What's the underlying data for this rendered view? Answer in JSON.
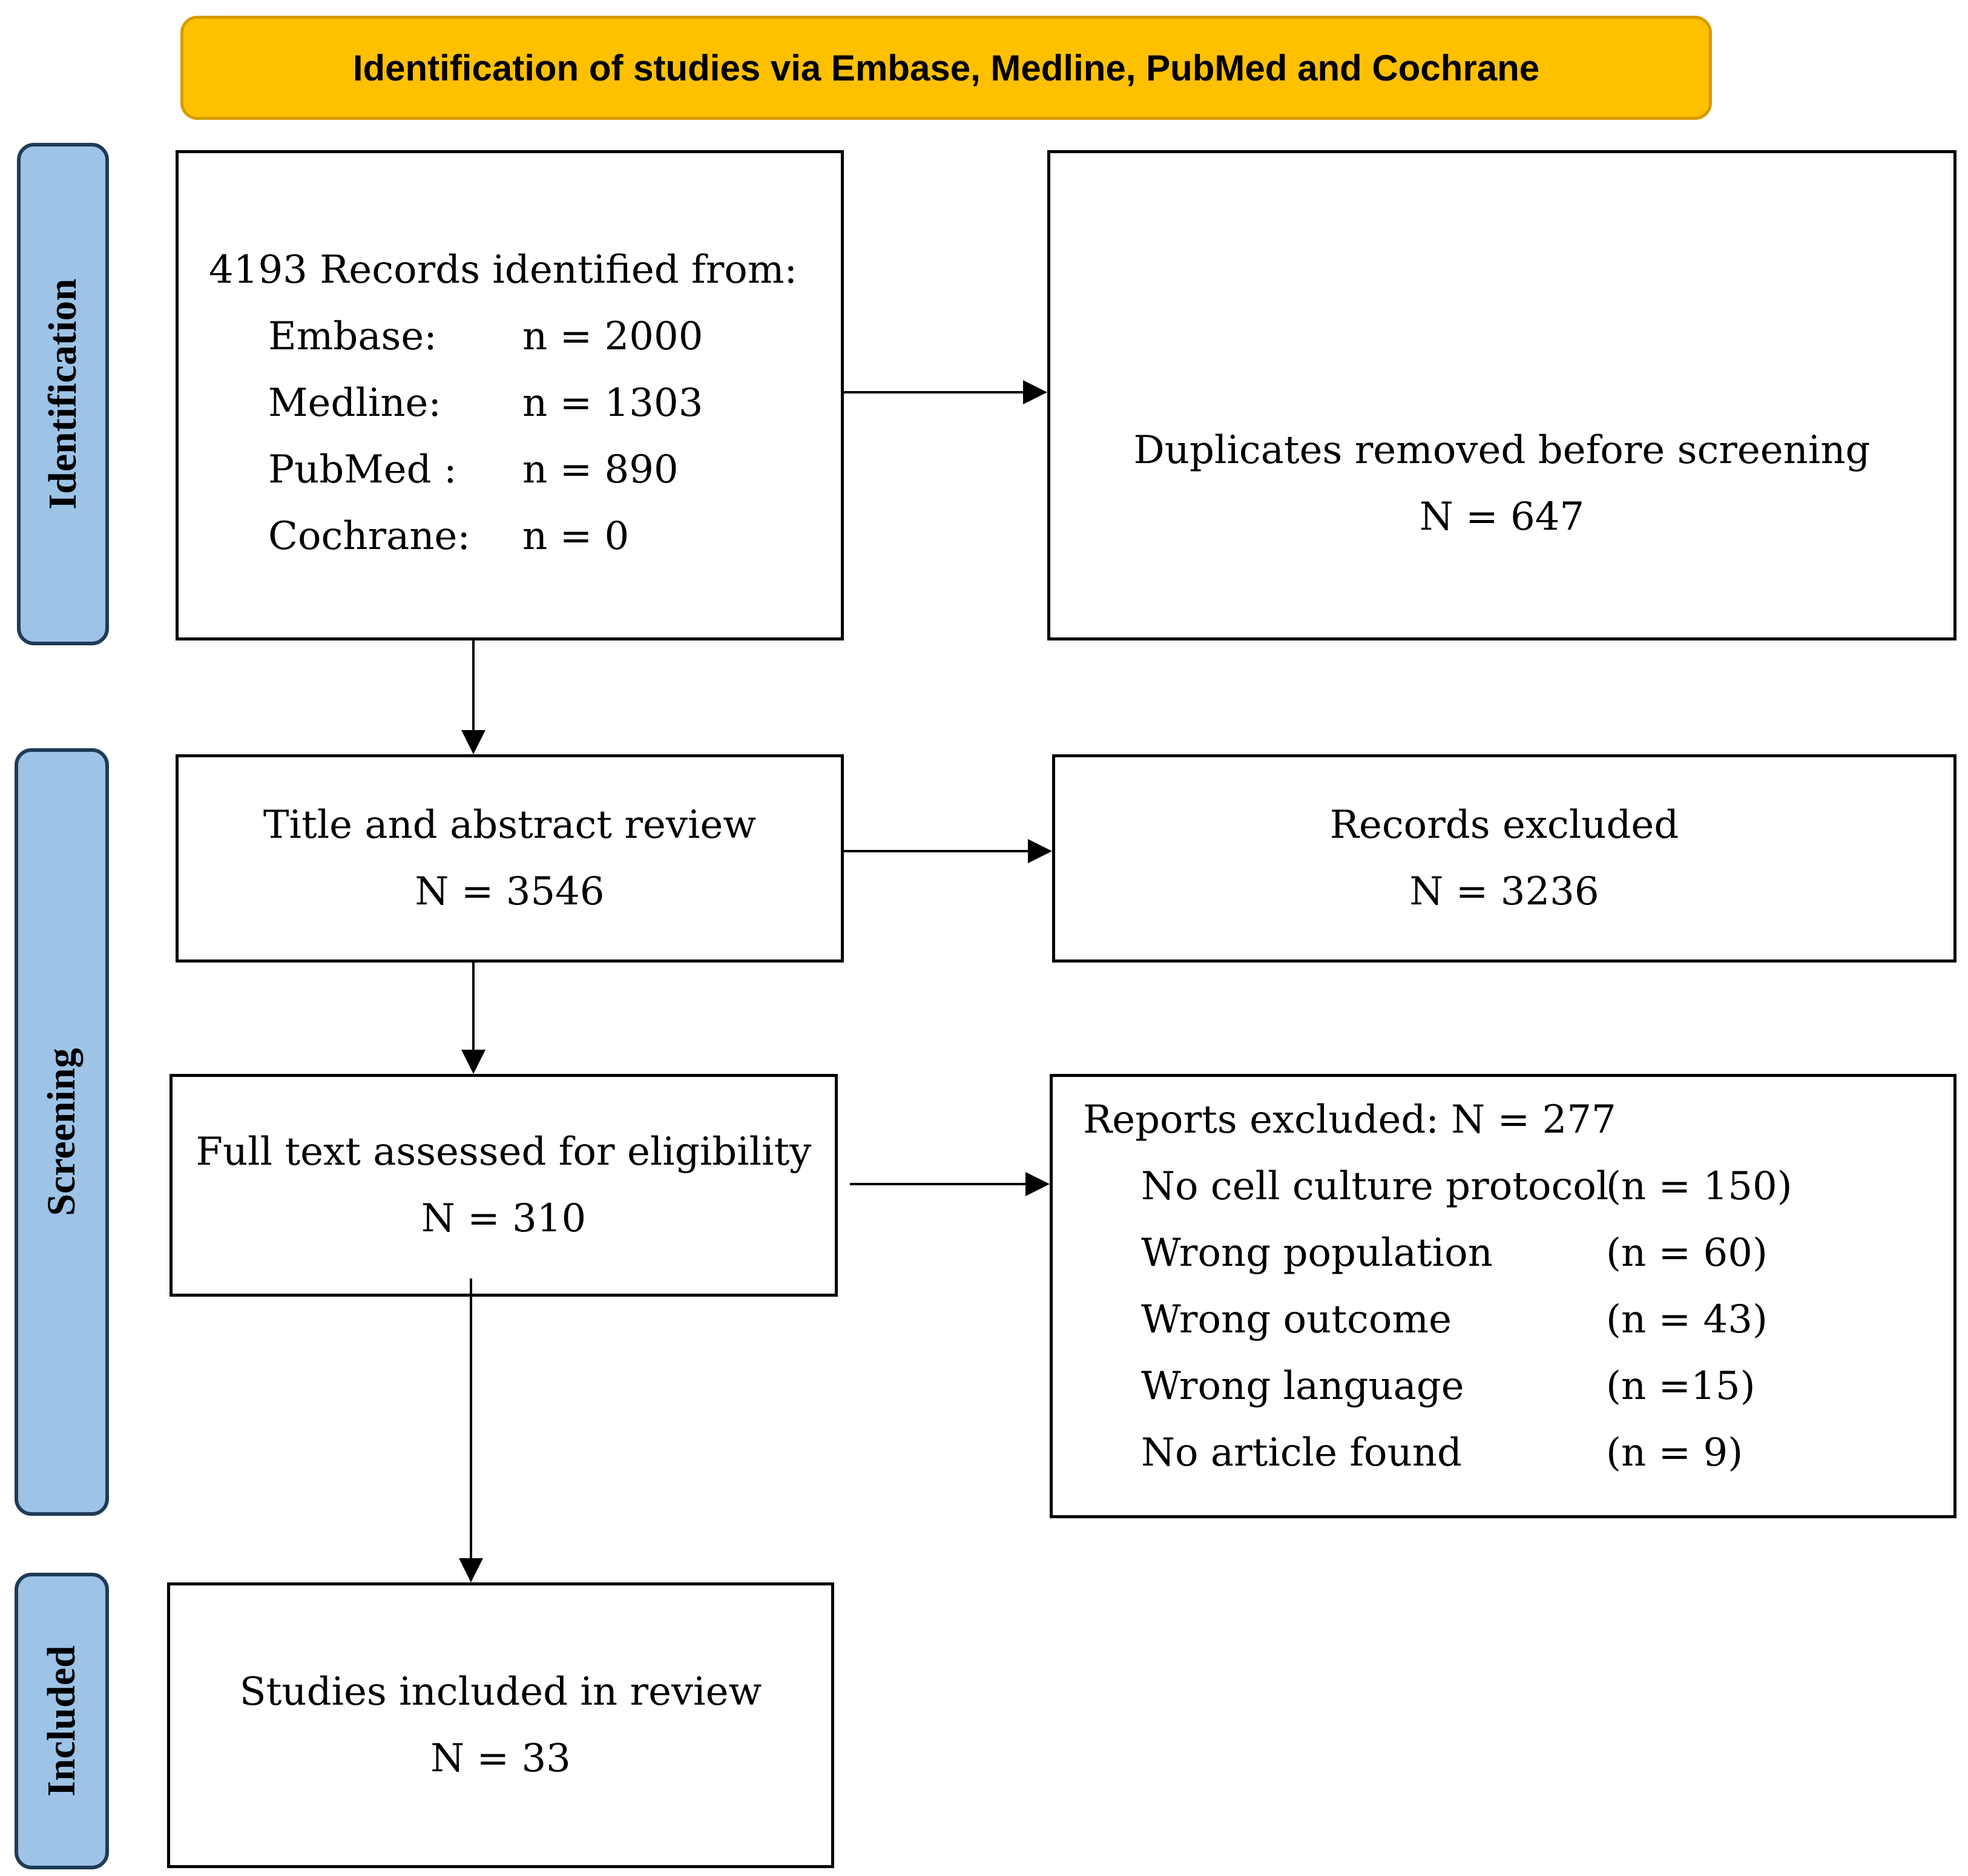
{
  "banner": {
    "title": "Identification of studies via Embase, Medline, PubMed and Cochrane"
  },
  "phases": {
    "identification": "Identification",
    "screening": "Screening",
    "included": "Included"
  },
  "records_identified": {
    "heading": "4193 Records identified from:",
    "sources": [
      {
        "name": "Embase:",
        "count": "n = 2000"
      },
      {
        "name": "Medline:",
        "count": "n = 1303"
      },
      {
        "name": "PubMed :",
        "count": "n = 890"
      },
      {
        "name": "Cochrane:",
        "count": "n = 0"
      }
    ]
  },
  "duplicates": {
    "label": "Duplicates removed before screening",
    "count": "N = 647"
  },
  "title_abstract": {
    "label": "Title and abstract review",
    "count": "N = 3546"
  },
  "records_excluded": {
    "label": "Records excluded",
    "count": "N = 3236"
  },
  "full_text": {
    "label": "Full text assessed for eligibility",
    "count": "N = 310"
  },
  "reports_excluded": {
    "heading": "Reports excluded: N = 277",
    "reasons": [
      {
        "reason": "No cell culture protocol",
        "count": "(n = 150)"
      },
      {
        "reason": "Wrong population",
        "count": "(n = 60)"
      },
      {
        "reason": "Wrong outcome",
        "count": "(n = 43)"
      },
      {
        "reason": "Wrong language",
        "count": "(n =15)"
      },
      {
        "reason": "No article found",
        "count": "(n = 9)"
      }
    ]
  },
  "included_studies": {
    "label": "Studies included in review",
    "count": "N = 33"
  }
}
